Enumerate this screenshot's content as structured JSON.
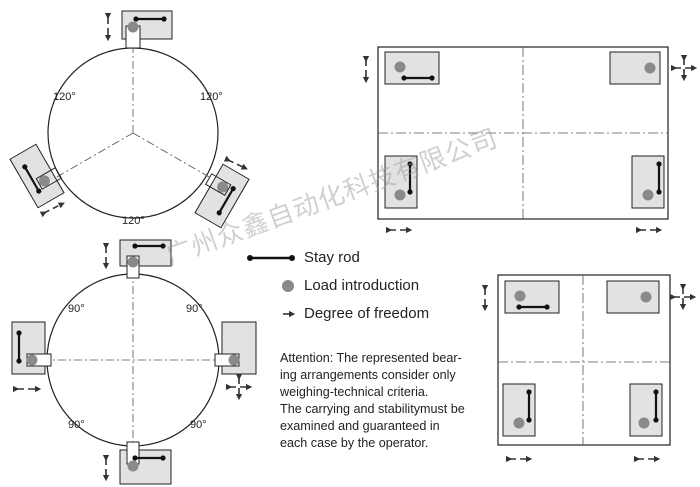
{
  "angles_three": [
    "120°",
    "120°",
    "120°"
  ],
  "angles_four": [
    "90°",
    "90°",
    "90°",
    "90°"
  ],
  "legend": {
    "stay_rod": "Stay rod",
    "load_introduction": "Load introduction",
    "degree_of_freedom": "Degree of freedom"
  },
  "note_lines": [
    "Attention: The represented bear-",
    "ing arrangements consider only",
    "weighing-technical criteria.",
    "The carrying and stabilitymust be",
    "examined and guaranteed in",
    "each case by the operator."
  ],
  "watermark": "广州众鑫自动化科技有限公司",
  "icons": {
    "arrow": "double-arrow-icon",
    "cross": "four-way-arrow-icon",
    "rod": "stay-rod-icon",
    "dot": "load-introduction-icon"
  },
  "colors": {
    "box_fill": "#e2e2e2",
    "dot": "#8a8a8a",
    "rod": "#111111",
    "line": "#222222"
  }
}
